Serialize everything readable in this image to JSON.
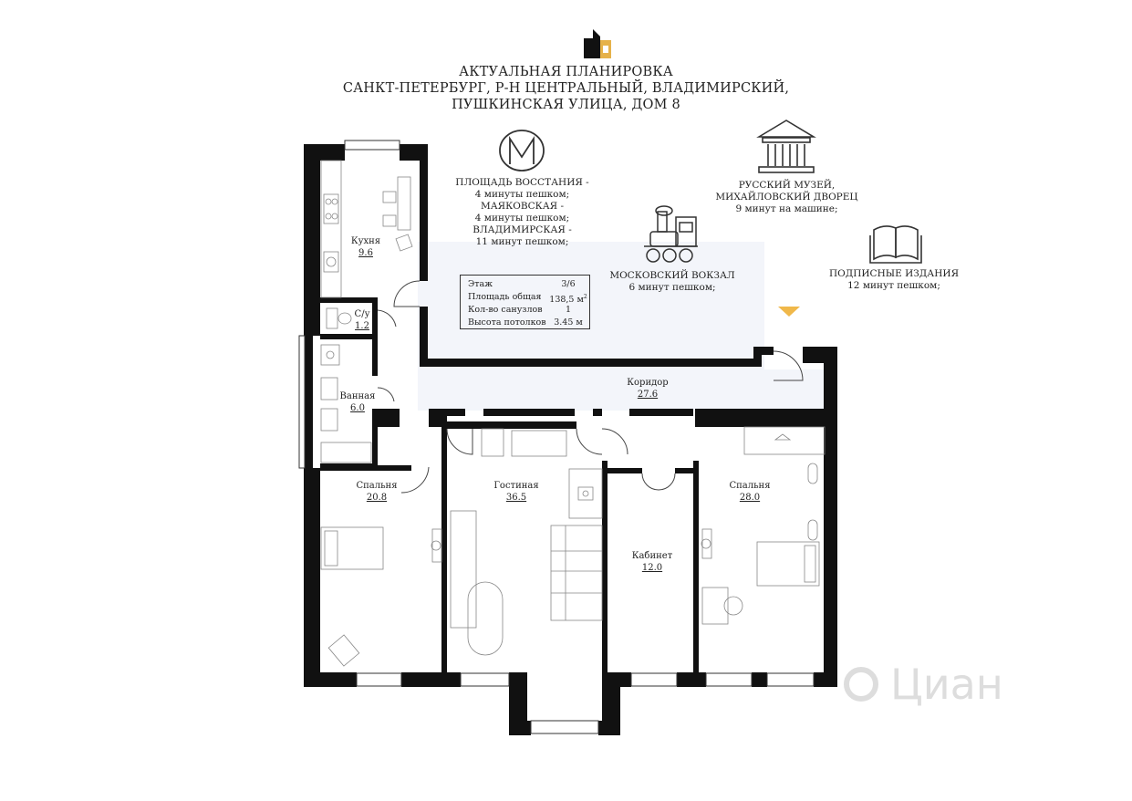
{
  "header": {
    "line1": "АКТУАЛЬНАЯ ПЛАНИРОВКА",
    "line2": "САНКТ-ПЕТЕРБУРГ, Р-Н ЦЕНТРАЛЬНЫЙ, ВЛАДИМИРСКИЙ,",
    "line3": "ПУШКИНСКАЯ УЛИЦА, ДОМ 8"
  },
  "poi": {
    "metro": [
      "ПЛОЩАДЬ ВОССТАНИЯ -",
      "4 минуты пешком;",
      "МАЯКОВСКАЯ -",
      "4 минуты пешком;",
      "ВЛАДИМИРСКАЯ -",
      "11 минут пешком;"
    ],
    "museum": [
      "РУССКИЙ МУЗЕЙ,",
      "МИХАЙЛОВСКИЙ ДВОРЕЦ",
      "9 минут на машине;"
    ],
    "station": [
      "МОСКОВСКИЙ ВОКЗАЛ",
      "6 минут пешком;"
    ],
    "books": [
      "ПОДПИСНЫЕ ИЗДАНИЯ",
      "12 минут пешком;"
    ]
  },
  "info": {
    "floor_label": "Этаж",
    "floor_value": "3/6",
    "area_label": "Площадь общая",
    "area_value": "138,5 м",
    "area_sup": "2",
    "baths_label": "Кол-во санузлов",
    "baths_value": "1",
    "ceiling_label": "Высота потолков",
    "ceiling_value": "3.45 м"
  },
  "rooms": {
    "kitchen": {
      "name": "Кухня",
      "area": "9.6"
    },
    "wc": {
      "name": "С/у",
      "area": "1.2"
    },
    "bath": {
      "name": "Ванная",
      "area": "6.0"
    },
    "corridor": {
      "name": "Коридор",
      "area": "27.6"
    },
    "bedroom1": {
      "name": "Спальня",
      "area": "20.8"
    },
    "living": {
      "name": "Гостиная",
      "area": "36.5"
    },
    "study": {
      "name": "Кабинет",
      "area": "12.0"
    },
    "bedroom2": {
      "name": "Спальня",
      "area": "28.0"
    }
  },
  "watermark": {
    "brand": "Циан"
  },
  "colors": {
    "wall": "#111111",
    "entrance_arrow": "#f0b84a",
    "logo_gold": "#e6b24a",
    "watermark": "#dddddd"
  }
}
